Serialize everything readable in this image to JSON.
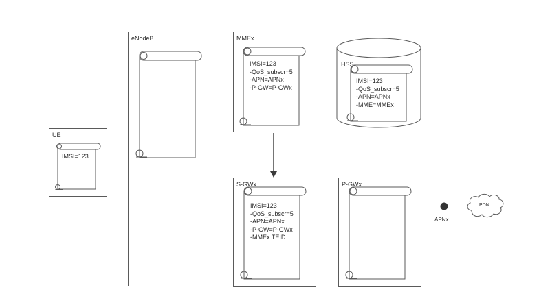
{
  "nodes": {
    "ue": {
      "title": "UE",
      "entries": [
        "IMSI=123"
      ]
    },
    "enodeb": {
      "title": "eNodeB",
      "entries": []
    },
    "mme": {
      "title": "MMEx",
      "entries": [
        "IMSI=123",
        "-QoS_subscr=5",
        "-APN=APNx",
        "-P-GW=P-GWx"
      ]
    },
    "hss": {
      "title": "HSS",
      "entries": [
        "IMSI=123",
        "-QoS_subscr=5",
        "-APN=APNx",
        "-MME=MMEx"
      ]
    },
    "sgw": {
      "title": "S-GWx",
      "entries": [
        "IMSI=123",
        "-QoS_subscr=5",
        "-APN=APNx",
        "-P-GW=P-GWx",
        "-MMEx TEID"
      ]
    },
    "pgw": {
      "title": "P-GWx",
      "entries": []
    }
  },
  "apn": {
    "label": "APNx"
  },
  "pdn": {
    "label": "PDN"
  },
  "colors": {
    "line": "#5a5a5a",
    "text": "#2a2a2a",
    "dot": "#333333"
  }
}
